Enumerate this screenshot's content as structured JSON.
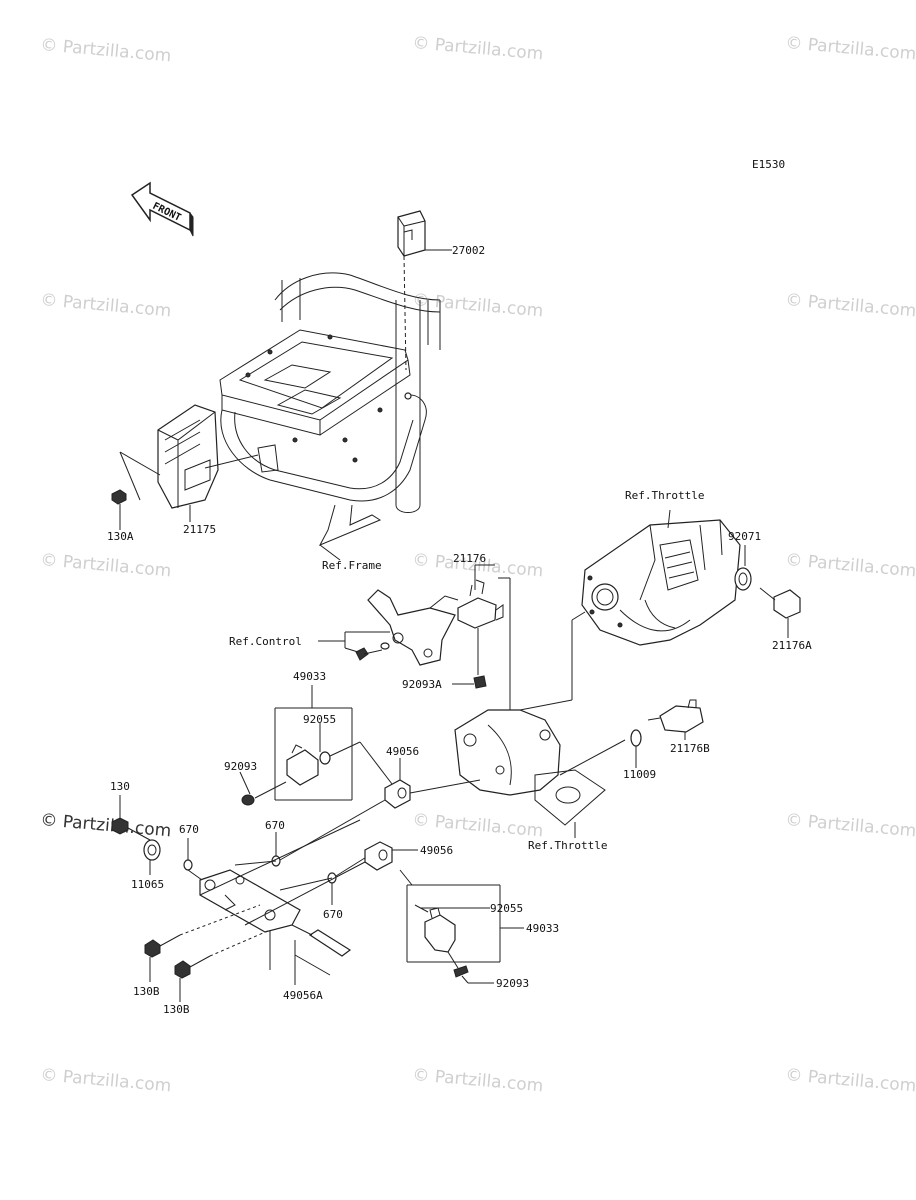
{
  "diagram_code": "E1530",
  "front_label": "FRONT",
  "watermark": "© Partzilla.com",
  "ref_labels": {
    "throttle_top": "Ref.Throttle",
    "frame": "Ref.Frame",
    "control": "Ref.Control",
    "throttle_bottom": "Ref.Throttle"
  },
  "part_labels": {
    "p27002": "27002",
    "p130A": "130A",
    "p21175": "21175",
    "p21176": "21176",
    "p92071": "92071",
    "p21176A": "21176A",
    "p92093A": "92093A",
    "p49033_top": "49033",
    "p92055_top": "92055",
    "p92093_top": "92093",
    "p49056_top": "49056",
    "p11009": "11009",
    "p21176B": "21176B",
    "p130": "130",
    "p670_a": "670",
    "p670_b": "670",
    "p11065": "11065",
    "p49056_mid": "49056",
    "p670_c": "670",
    "p92055_bot": "92055",
    "p49033_bot": "49033",
    "p130B_a": "130B",
    "p130B_b": "130B",
    "p49056A": "49056A",
    "p92093_bot": "92093"
  }
}
